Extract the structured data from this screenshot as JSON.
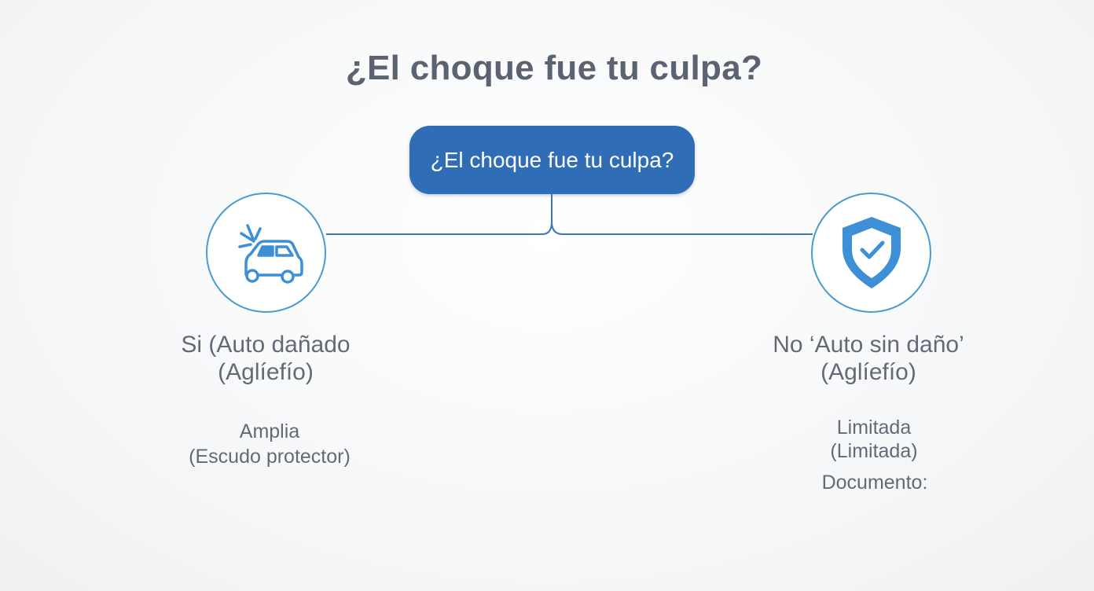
{
  "title": "¿El choque fue tu culpa?",
  "question": "¿El choque fue tu culpa?",
  "branches": {
    "left": {
      "icon": "car-crash-icon",
      "label_line1": "Si (Auto dañado",
      "label_line2": "(Aglíefío)",
      "coverage_line1": "Amplia",
      "coverage_line2": "(Escudo protector)"
    },
    "right": {
      "icon": "shield-check-icon",
      "label_line1": "No ‘Auto sin daño’",
      "label_line2": "(Aglíefío)",
      "coverage_line1": "Limitada",
      "coverage_line2": "(Limitada)",
      "document": "Documento:"
    }
  },
  "colors": {
    "accent": "#2f6db6",
    "icon": "#3d8fd6",
    "circle_border": "#4a9bd0",
    "connector": "#3b79b5",
    "text": "#636a76",
    "title": "#5b6270"
  }
}
